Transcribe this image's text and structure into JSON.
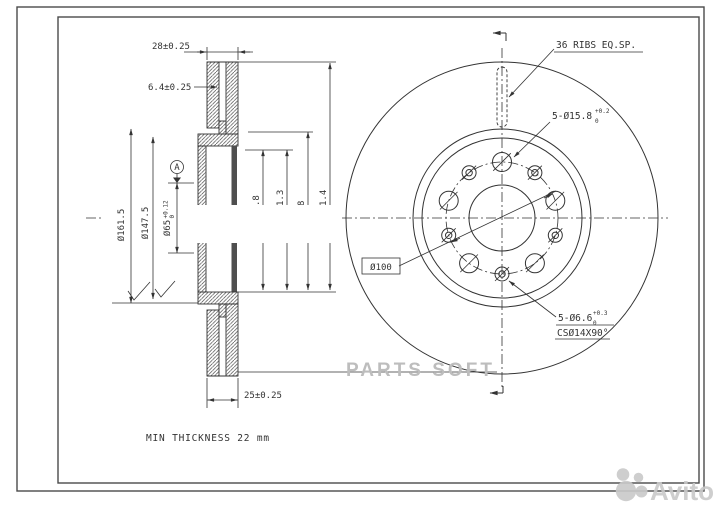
{
  "colors": {
    "line": "#333333",
    "frame": "#4a4a4a",
    "gray_bar": "#4f4f4f",
    "watermark_text": "#bdbdbd",
    "avito_gray": "#c9c9c9"
  },
  "section_view": {
    "width_dim": "28±0.25",
    "vane_dim": "6.4±0.25",
    "outer_dia": "Ø161.5",
    "flange_dia": "Ø147.5",
    "bore_dia": "Ø65",
    "bore_tol_sup": "+0.12",
    "bore_tol_sub": "0",
    "datum": "A",
    "partial_dims": [
      ".8",
      "1.3",
      "8",
      "1.4"
    ],
    "pad_width_dim": "25±0.25",
    "min_thickness_note": "MIN THICKNESS 22 mm"
  },
  "front_view": {
    "ribs_note": "36 RIBS EQ.SP.",
    "stud_holes": "5-Ø15.8",
    "stud_holes_tol_sup": "+0.2",
    "stud_holes_tol_sub": "0",
    "bolt_circle": "Ø100",
    "screw_holes": "5-Ø6.6",
    "screw_holes_tol_sup": "+0.3",
    "screw_holes_tol_sub": "0",
    "countersink": "CSØ14X90°"
  },
  "watermarks": {
    "parts_soft": "PARTS SOFT",
    "marketplace": "Avito"
  }
}
